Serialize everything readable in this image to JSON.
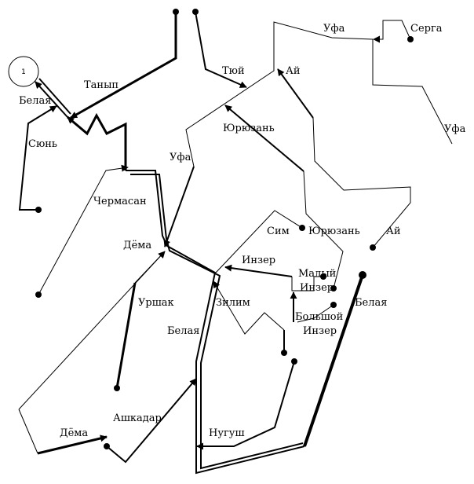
{
  "map": {
    "marker": "1",
    "labels": {
      "belaya_top": "Белая",
      "tanyp": "Танып",
      "tyuy": "Тюй",
      "ai_top": "Ай",
      "ufa_top": "Уфа",
      "serga": "Серга",
      "ufa_right": "Уфа",
      "syun": "Сюнь",
      "yuryuzan_top": "Юрюзань",
      "ufa_mid": "Уфа",
      "chermasan": "Чермасан",
      "sim": "Сим",
      "yuryuzan_mid": "Юрюзань",
      "ai_right": "Ай",
      "dyoma_mid": "Дёма",
      "inzer": "Инзер",
      "maly_inzer_1": "Малый",
      "maly_inzer_2": "Инзер",
      "belaya_right": "Белая",
      "urshak": "Уршак",
      "zilim": "Зилим",
      "bolshoy_inzer_1": "Большой",
      "bolshoy_inzer_2": "Инзер",
      "belaya_mid": "Белая",
      "ashkadar": "Ашкадар",
      "dyoma_bottom": "Дёма",
      "nugush": "Нугуш"
    }
  }
}
